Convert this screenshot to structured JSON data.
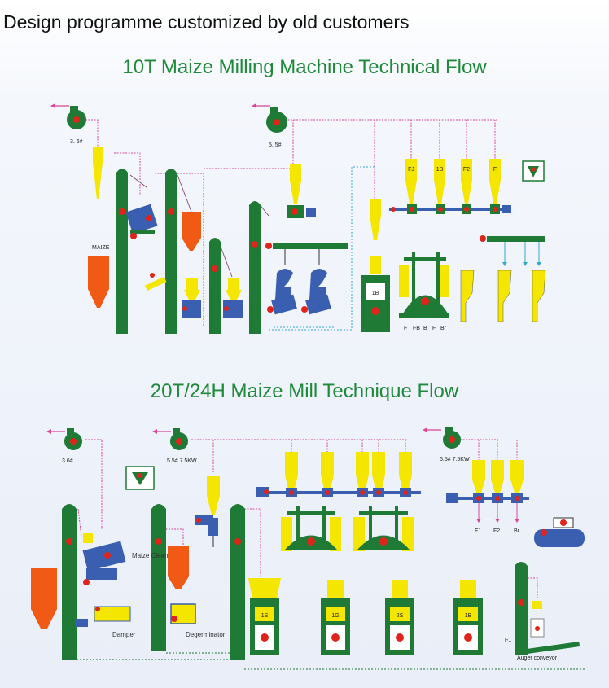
{
  "heading": "Design programme customized by old customers",
  "section1": {
    "title": "10T Maize Milling Machine Technical Flow",
    "labels": {
      "fan1": "3. 6#",
      "fan2": "5. 5#",
      "maize": "MAIZE",
      "cyclones": [
        "FJ",
        "1B",
        "F2",
        "F"
      ],
      "mill": "1B",
      "outlets": [
        "F",
        "FB",
        "B",
        "F",
        "Br"
      ]
    }
  },
  "section2": {
    "title": "20T/24H Maize Mill Technique Flow",
    "labels": {
      "fan1": "3.6#",
      "fan2": "5.5# 7.5KW",
      "fan3": "5.5# 7.5KW",
      "cleaner": "Maize Cleaner",
      "damper": "Damper",
      "degerminator": "Degerminator",
      "outputs": [
        "F1",
        "F2",
        "Br"
      ],
      "mills": [
        "1S",
        "1G",
        "2S",
        "1B"
      ],
      "f1": "F1",
      "auger": "Auger conveyor"
    }
  },
  "colors": {
    "title": "#1f8a3a",
    "machine_green": "#1e7a34",
    "cyclone_yellow": "#f5e600",
    "hopper_orange": "#f05a14",
    "pipe": "#d8469a",
    "conveyor_blue": "#3a5fb0"
  }
}
